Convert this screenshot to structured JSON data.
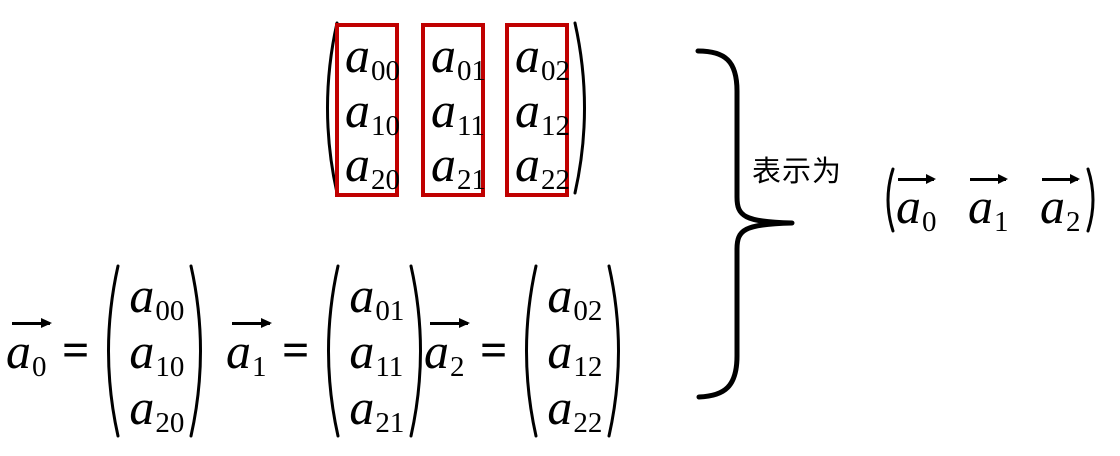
{
  "colors": {
    "background": "#ffffff",
    "ink": "#000000",
    "column_highlight_box": "#c00000"
  },
  "top_matrix": {
    "cells": [
      [
        {
          "base": "a",
          "sub": "00"
        },
        {
          "base": "a",
          "sub": "01"
        },
        {
          "base": "a",
          "sub": "02"
        }
      ],
      [
        {
          "base": "a",
          "sub": "10"
        },
        {
          "base": "a",
          "sub": "11"
        },
        {
          "base": "a",
          "sub": "12"
        }
      ],
      [
        {
          "base": "a",
          "sub": "20"
        },
        {
          "base": "a",
          "sub": "21"
        },
        {
          "base": "a",
          "sub": "22"
        }
      ]
    ]
  },
  "vector_equations": [
    {
      "lhs": {
        "base": "a",
        "sub": "0"
      },
      "equals": "=",
      "column": [
        {
          "base": "a",
          "sub": "00"
        },
        {
          "base": "a",
          "sub": "10"
        },
        {
          "base": "a",
          "sub": "20"
        }
      ]
    },
    {
      "lhs": {
        "base": "a",
        "sub": "1"
      },
      "equals": "=",
      "column": [
        {
          "base": "a",
          "sub": "01"
        },
        {
          "base": "a",
          "sub": "11"
        },
        {
          "base": "a",
          "sub": "21"
        }
      ]
    },
    {
      "lhs": {
        "base": "a",
        "sub": "2"
      },
      "equals": "=",
      "column": [
        {
          "base": "a",
          "sub": "02"
        },
        {
          "base": "a",
          "sub": "12"
        },
        {
          "base": "a",
          "sub": "22"
        }
      ]
    }
  ],
  "annotation": {
    "label": "表示为"
  },
  "row_vector": {
    "items": [
      {
        "base": "a",
        "sub": "0"
      },
      {
        "base": "a",
        "sub": "1"
      },
      {
        "base": "a",
        "sub": "2"
      }
    ]
  }
}
